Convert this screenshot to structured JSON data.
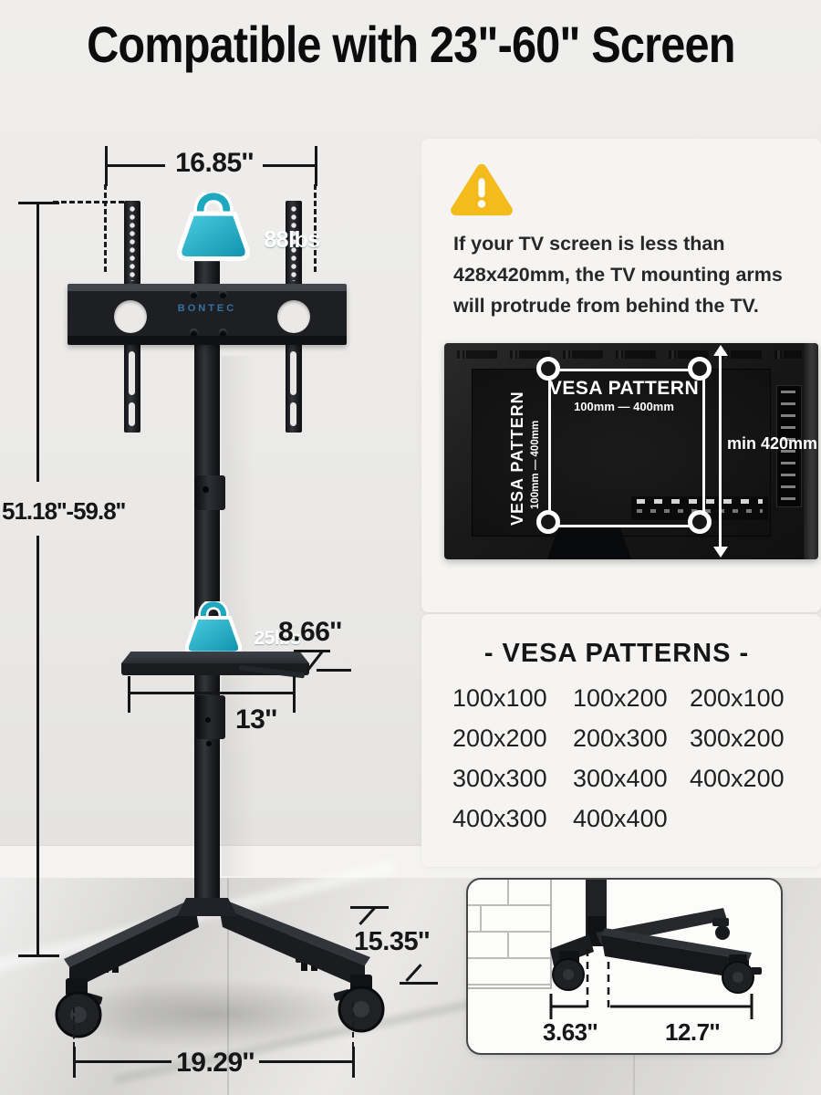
{
  "title": "Compatible with 23\"-60\" Screen",
  "brand": "BONTEC",
  "badges": {
    "tv_capacity": "88lbs",
    "shelf_capacity": "25lbs"
  },
  "dims": {
    "top_width": "16.85''",
    "height_range": "51.18''-59.8''",
    "shelf_depth": "8.66''",
    "shelf_width": "13''",
    "base_depth": "15.35''",
    "base_width": "19.29''"
  },
  "warning": {
    "line1": "If your TV screen is less than",
    "line2": "428x420mm, the TV mounting arms",
    "line3": "will protrude from behind the TV."
  },
  "tv_back": {
    "vesa_title": "VESA PATTERN",
    "vesa_range": "100mm — 400mm",
    "vesa_title_side": "VESA PATTERN",
    "vesa_range_side": "100mm — 400mm",
    "min_height": "min 420mm"
  },
  "vesa": {
    "heading": "- VESA PATTERNS -",
    "values": [
      "100x100",
      "100x200",
      "200x100",
      "200x200",
      "200x300",
      "300x200",
      "300x300",
      "300x400",
      "400x200",
      "400x300",
      "400x400"
    ]
  },
  "base_detail": {
    "wall_gap": "3.63''",
    "wheel_span": "12.7''"
  },
  "colors": {
    "accent_teal": "#1fa9c2",
    "warning_yellow": "#f3bb1b",
    "brand_blue": "#3572a5",
    "ink": "#161616"
  }
}
